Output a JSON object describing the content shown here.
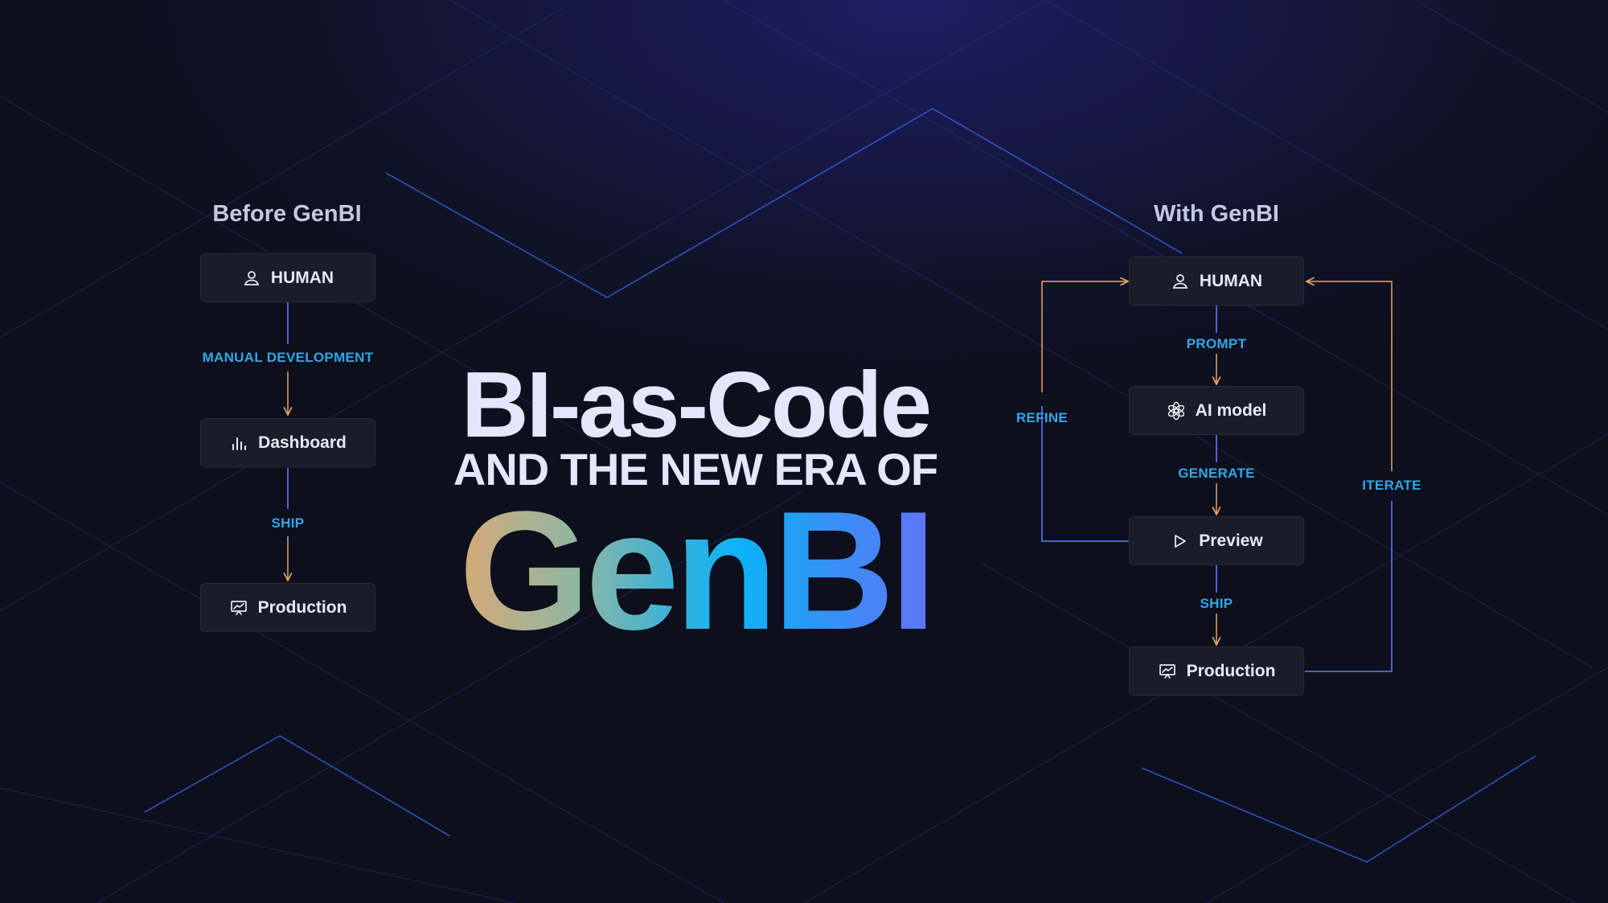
{
  "hero": {
    "line1": "BI-as-Code",
    "line2": "AND THE NEW ERA OF",
    "line3": "GenBI"
  },
  "before": {
    "title": "Before GenBI",
    "nodes": [
      {
        "label": "HUMAN",
        "icon": "user-icon"
      },
      {
        "label": "Dashboard",
        "icon": "bar-chart-icon"
      },
      {
        "label": "Production",
        "icon": "presentation-icon"
      }
    ],
    "edges": [
      "MANUAL DEVELOPMENT",
      "SHIP"
    ]
  },
  "with": {
    "title": "With GenBI",
    "nodes": [
      {
        "label": "HUMAN",
        "icon": "user-icon"
      },
      {
        "label": "AI model",
        "icon": "openai-icon"
      },
      {
        "label": "Preview",
        "icon": "play-icon"
      },
      {
        "label": "Production",
        "icon": "presentation-icon"
      }
    ],
    "edges": [
      "PROMPT",
      "GENERATE",
      "SHIP"
    ],
    "loops": {
      "left": "REFINE",
      "right": "ITERATE"
    }
  },
  "colors": {
    "accent_label": "#2fa7e8",
    "arrow_orange": "#e7a467",
    "line_blue": "#5b6ae6",
    "node_bg": "#1a1c28"
  }
}
